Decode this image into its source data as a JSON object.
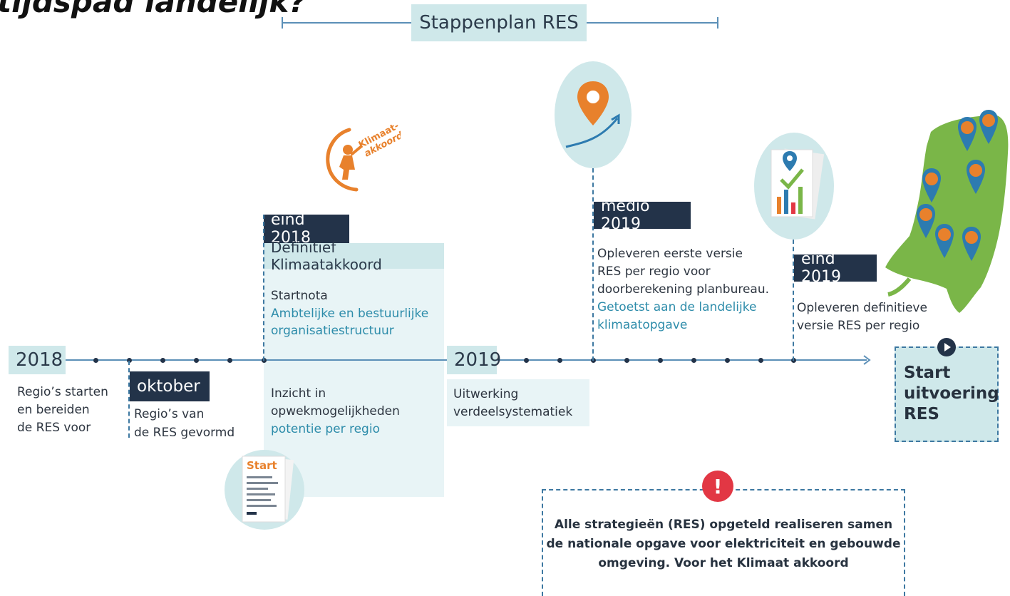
{
  "page_title": "tijdspad landelijk?",
  "header": {
    "title": "Stappenplan RES"
  },
  "logo_text": [
    "Klimaat-",
    "akkoord"
  ],
  "timeline": {
    "y2018": {
      "year": "2018",
      "lines": [
        "Regio’s starten",
        "en bereiden",
        "de RES voor"
      ]
    },
    "oktober": {
      "label": "oktober",
      "lines": [
        "Regio’s van",
        "de RES gevormd"
      ]
    },
    "eind2018": {
      "label": "eind 2018",
      "subtitle": "Definitief Klimaatakkoord",
      "startnota": "Startnota",
      "startnota_teal": [
        "Ambtelijke en bestuurlijke",
        "organisatiestructuur"
      ],
      "inzicht": [
        "Inzicht in",
        "opwekmogelijkheden"
      ],
      "inzicht_teal": "potentie per regio"
    },
    "y2019": {
      "year": "2019",
      "lines": [
        "Uitwerking",
        "verdeelsystematiek"
      ]
    },
    "medio2019": {
      "label": "medio 2019",
      "lines": [
        "Opleveren eerste versie",
        "RES per regio voor",
        "doorberekening planbureau."
      ],
      "teal": [
        "Getoetst aan de landelijke",
        "klimaatopgave"
      ]
    },
    "eind2019": {
      "label": "eind 2019",
      "lines": [
        "Opleveren definitieve",
        "versie RES per regio"
      ]
    },
    "start": {
      "lines": [
        "Start",
        "uitvoering",
        "RES"
      ]
    }
  },
  "start_doc": {
    "title": "Start"
  },
  "callout": {
    "lines": [
      "Alle strategieën (RES) opgeteld realiseren samen",
      "de nationale opgave voor elektriciteit en gebouwde",
      "omgeving. Voor het Klimaat akkoord"
    ]
  },
  "colors": {
    "navy": "#233349",
    "teal_light": "#cfe8ea",
    "orange": "#e8812c",
    "green": "#7ab648",
    "red": "#e23744"
  }
}
